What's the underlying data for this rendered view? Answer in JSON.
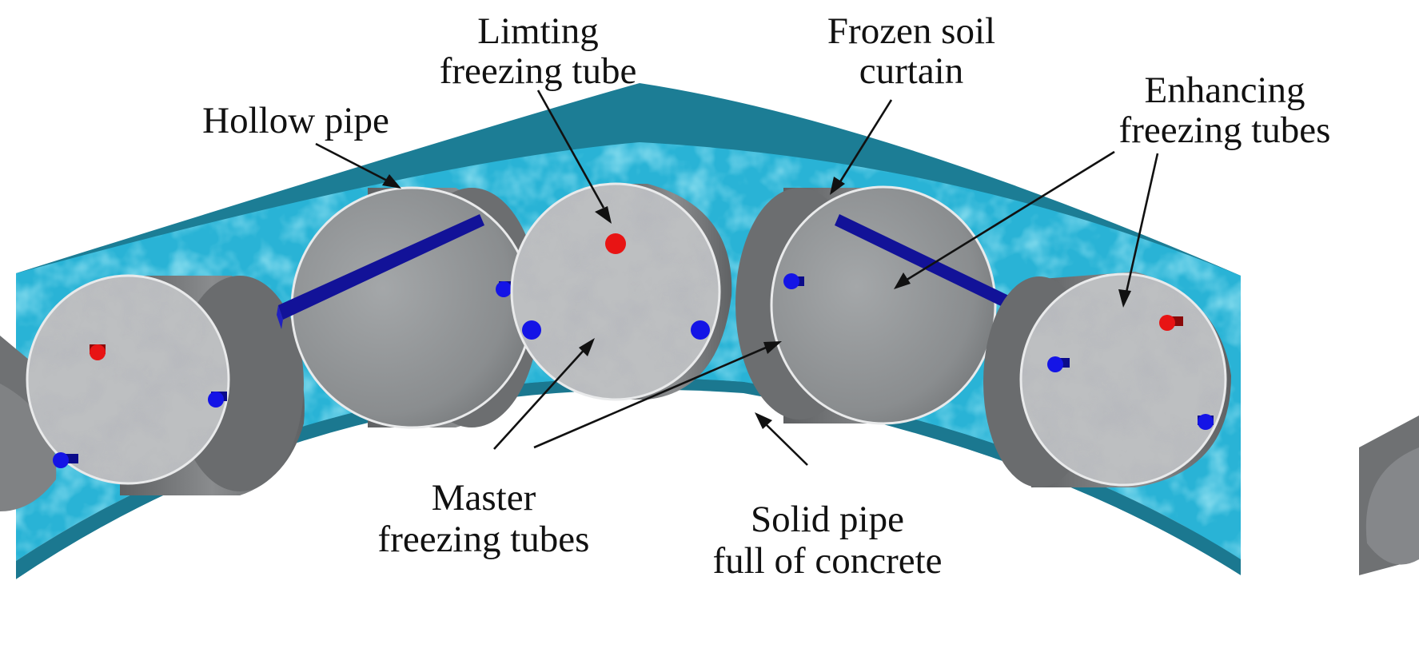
{
  "colors": {
    "curtain_fill": "#29b3d6",
    "curtain_dark": "#1d8fa8",
    "curtain_edge": "#1b6d83",
    "pipe_side": "#77797b",
    "concrete": "#bcbec0",
    "hollow_interior": "#8d9092",
    "master_tube": "#1414e6",
    "limiting_tube": "#e81414",
    "enhancing_tube": "#121298",
    "text": "#111111"
  },
  "labels": {
    "limiting_1": "Limting",
    "limiting_2": "freezing tube",
    "frozen_1": "Frozen soil",
    "frozen_2": "curtain",
    "enhancing_1": "Enhancing",
    "enhancing_2": "freezing tubes",
    "hollow": "Hollow pipe",
    "master_1": "Master",
    "master_2": "freezing tubes",
    "solid_1": "Solid pipe",
    "solid_2": "full of concrete"
  }
}
